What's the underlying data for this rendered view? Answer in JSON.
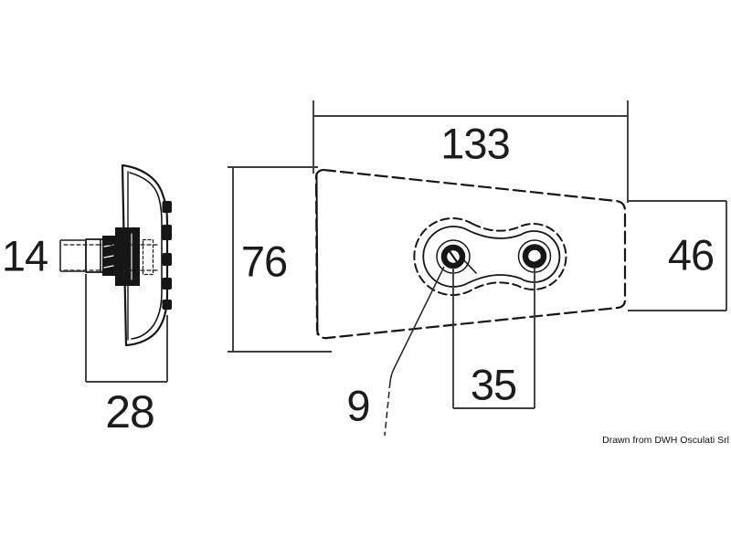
{
  "labels": {
    "dim_14": "14",
    "dim_28": "28",
    "dim_133": "133",
    "dim_76": "76",
    "dim_46": "46",
    "dim_35": "35",
    "dim_9": "9",
    "credit": "Drawn from DWH Osculati Srl"
  },
  "colors": {
    "line": "#161616",
    "dimension_line": "#3c3c3c",
    "background": "#ffffff"
  }
}
